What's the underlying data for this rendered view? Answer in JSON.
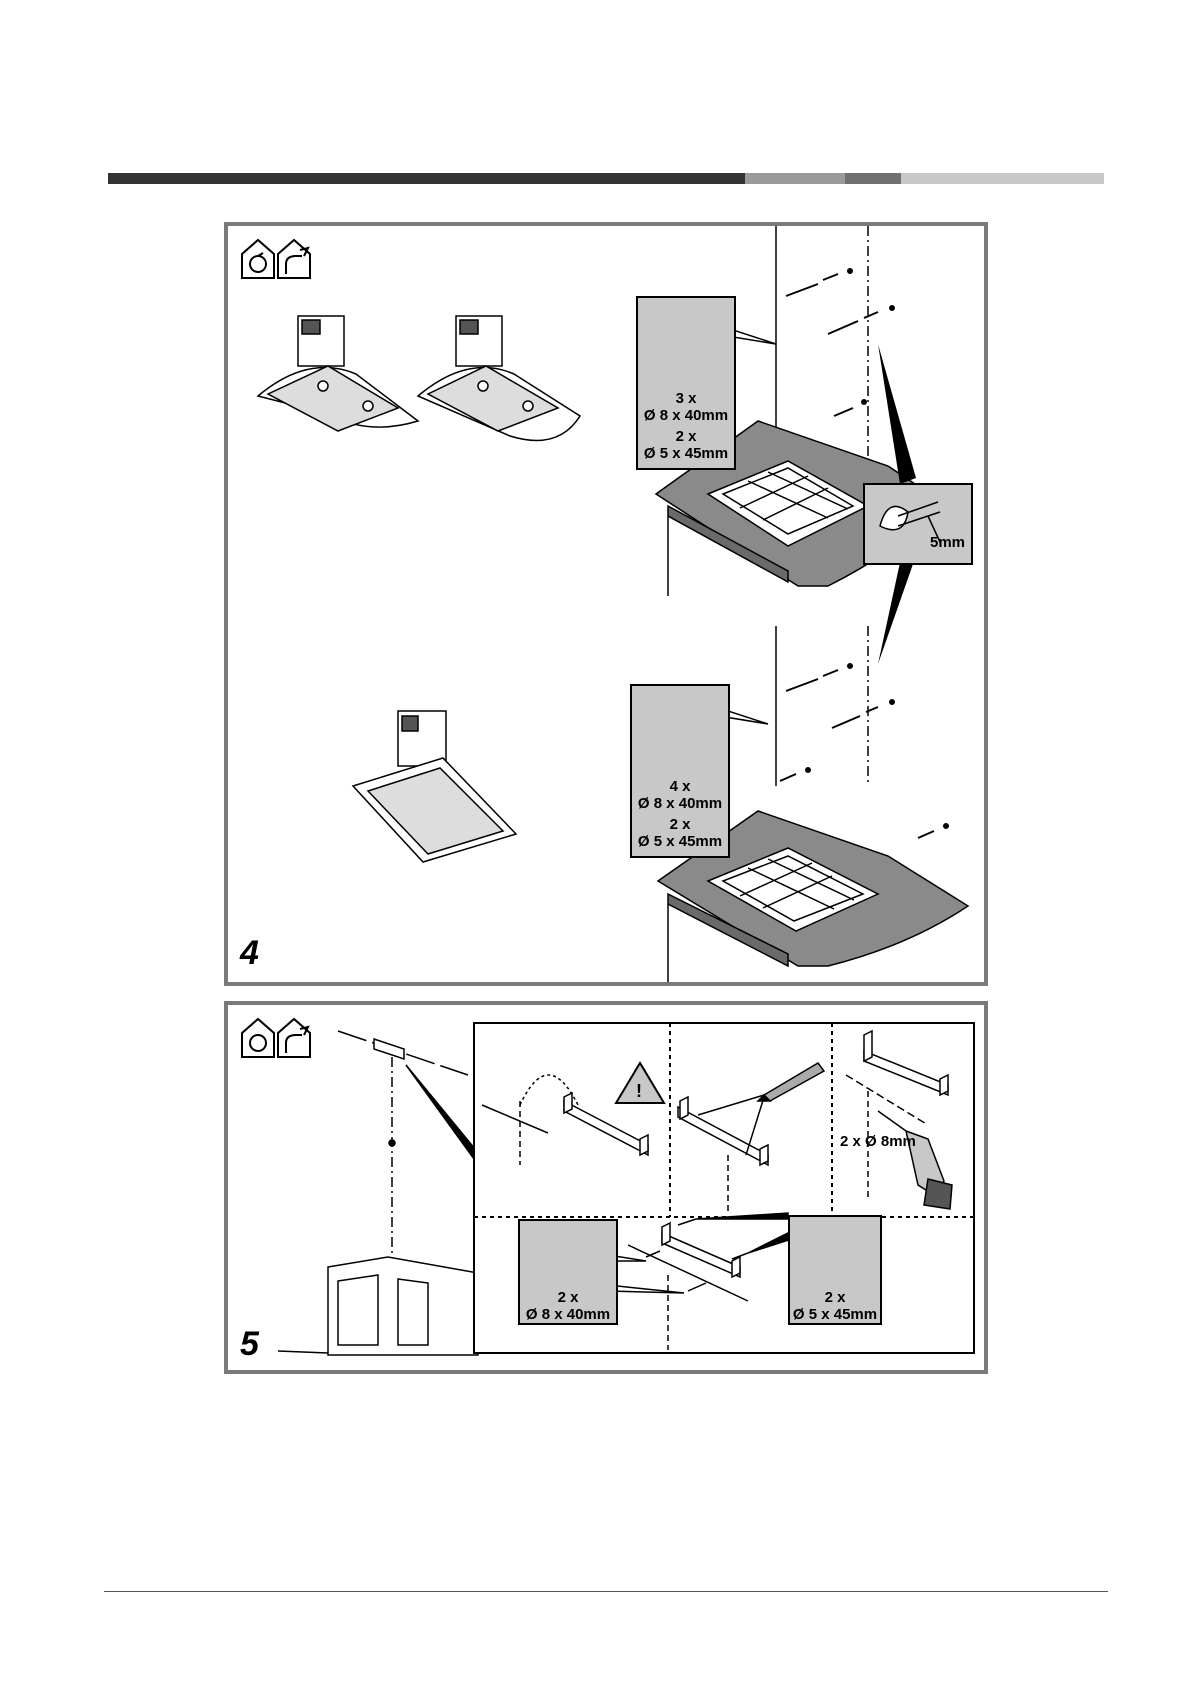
{
  "header_bar": {
    "colors": [
      "#333333",
      "#9a9a9a",
      "#707070",
      "#c8c8c8"
    ]
  },
  "step4": {
    "number": "4",
    "kit_a": {
      "count_screws": "3 x",
      "screw_size": "Ø 8 x 40mm",
      "count_small": "2 x",
      "small_size": "Ø 5 x 45mm"
    },
    "kit_b": {
      "count_screws": "4 x",
      "screw_size": "Ø 8 x 40mm",
      "count_small": "2 x",
      "small_size": "Ø 5 x 45mm"
    },
    "screw_gap": "5mm"
  },
  "step5": {
    "number": "5",
    "drill_label": "2 x Ø 8mm",
    "plugs": {
      "count": "2 x",
      "size": "Ø 8 x 40mm"
    },
    "screws": {
      "count": "2 x",
      "size": "Ø 5 x 45mm"
    },
    "warning_symbol": "!"
  },
  "icons": [
    "recirculation-mode-icon",
    "ducted-mode-icon",
    "warning-triangle-icon",
    "drill-icon",
    "pencil-icon"
  ]
}
